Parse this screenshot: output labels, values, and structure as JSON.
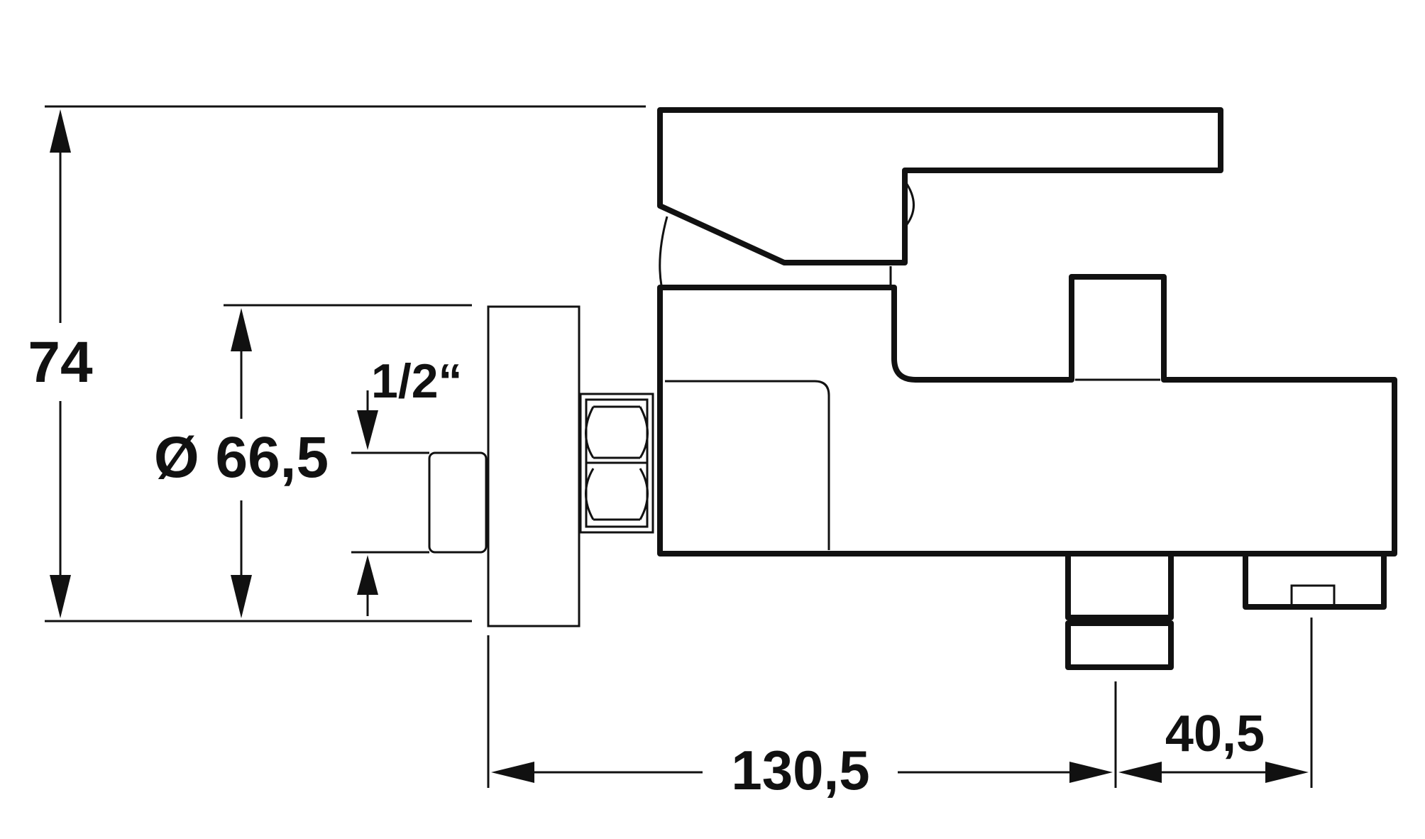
{
  "dimensions": {
    "height": "74",
    "diameter": "Ø 66,5",
    "thread": "1/2“",
    "length": "130,5",
    "spout_offset": "40,5"
  }
}
